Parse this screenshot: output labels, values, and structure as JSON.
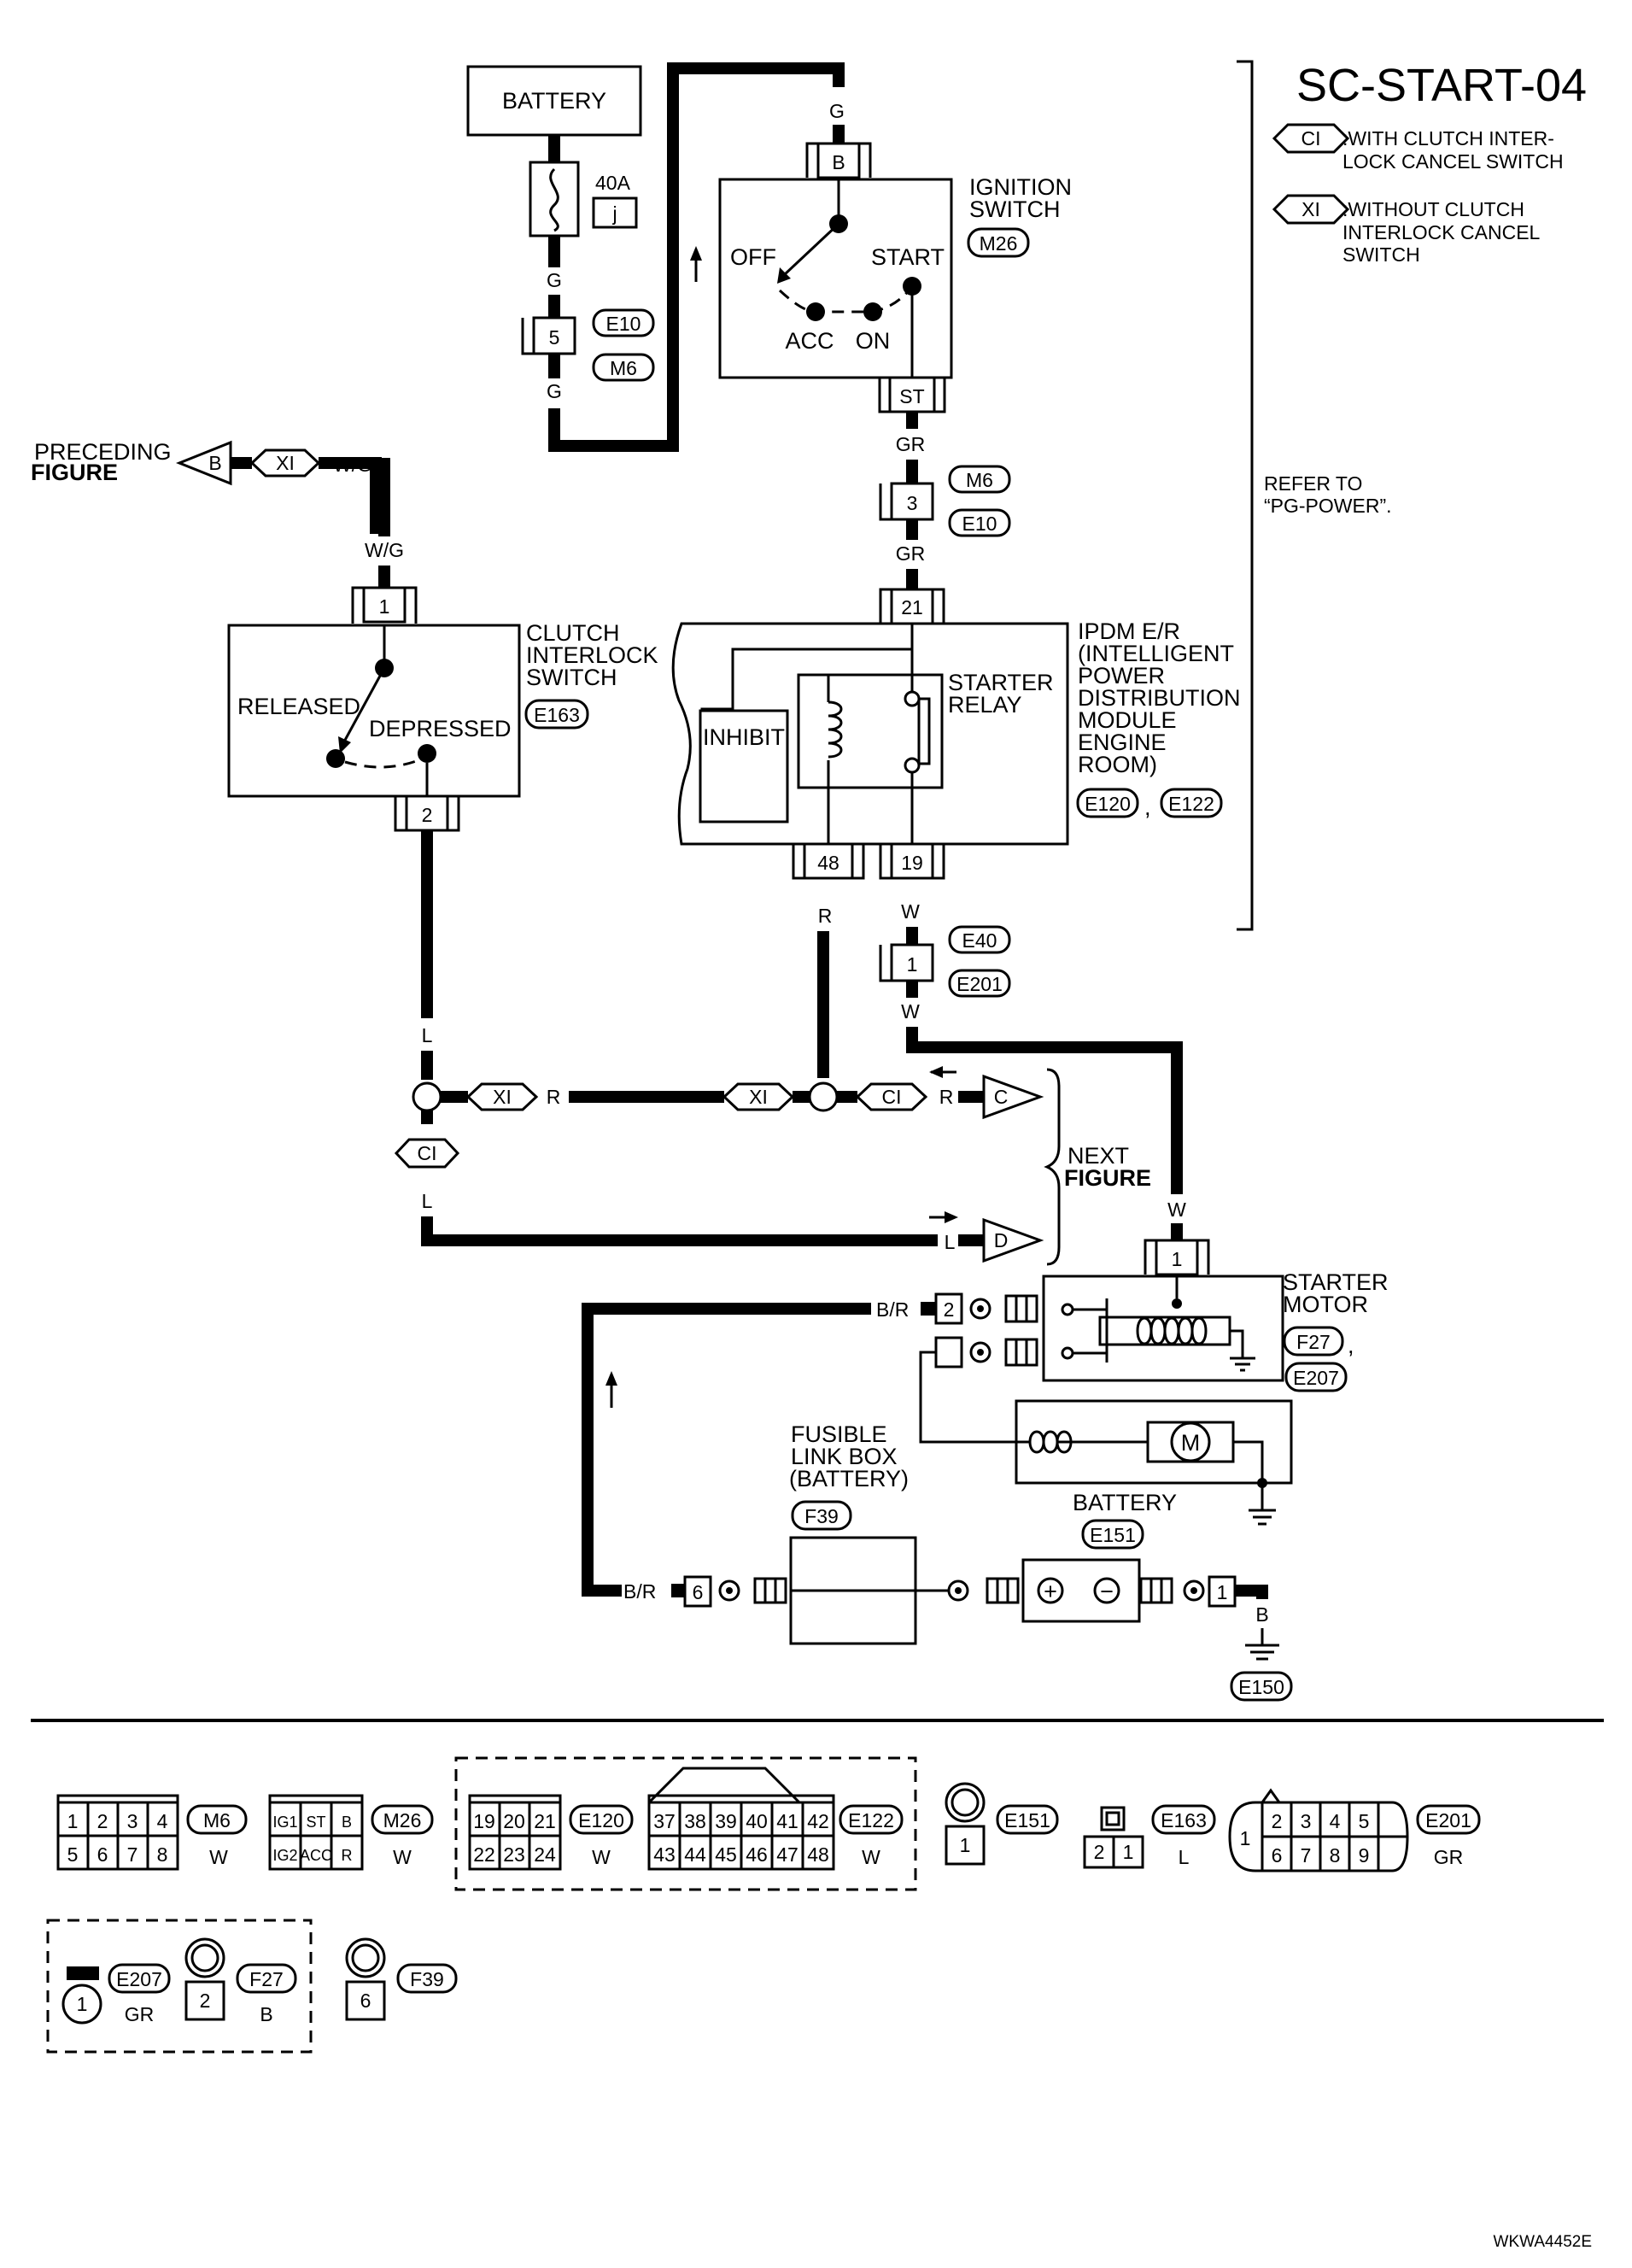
{
  "title": "SC-START-04",
  "legend": {
    "ci_tag": "CI",
    "ci_line1": ":WITH CLUTCH INTER-",
    "ci_line2": "LOCK CANCEL SWITCH",
    "xi_tag": "XI",
    "xi_line1": ":WITHOUT CLUTCH",
    "xi_line2": "INTERLOCK CANCEL",
    "xi_line3": "SWITCH"
  },
  "refer": {
    "line1": "REFER TO",
    "line2": "“PG-POWER”."
  },
  "battery_top": {
    "label": "BATTERY",
    "fuse_amps": "40A",
    "fuse_id": "j"
  },
  "ignition": {
    "line1": "IGNITION",
    "line2": "SWITCH",
    "conn": "M26",
    "pos_off": "OFF",
    "pos_acc": "ACC",
    "pos_on": "ON",
    "pos_start": "START",
    "term_b": "B",
    "term_st": "ST"
  },
  "preceding": {
    "line1": "PRECEDING",
    "line2": "FIGURE",
    "tag": "B"
  },
  "clutch": {
    "line1": "CLUTCH",
    "line2": "INTERLOCK",
    "line3": "SWITCH",
    "conn": "E163",
    "released": "RELEASED",
    "depressed": "DEPRESSED",
    "pin1": "1",
    "pin2": "2"
  },
  "ipdm": {
    "line1": "IPDM E/R",
    "line2": "(INTELLIGENT",
    "line3": "POWER",
    "line4": "DISTRIBUTION",
    "line5": "MODULE",
    "line6": "ENGINE",
    "line7": "ROOM)",
    "conn_a": "E120",
    "conn_b": "E122",
    "comma": ",",
    "inhibit": "INHIBIT",
    "relay1": "STARTER",
    "relay2": "RELAY",
    "pin21": "21",
    "pin48": "48",
    "pin19": "19"
  },
  "next_figure": {
    "line1": "NEXT",
    "line2": "FIGURE",
    "tag_c": "C",
    "tag_d": "D"
  },
  "starter": {
    "line1": "STARTER",
    "line2": "MOTOR",
    "conn_a": "F27",
    "conn_b": "E207",
    "comma": ",",
    "motor": "M",
    "pin1": "1",
    "pin2": "2"
  },
  "fusible": {
    "line1": "FUSIBLE",
    "line2": "LINK BOX",
    "line3": "(BATTERY)",
    "conn": "F39",
    "pin6": "6"
  },
  "battery_bottom": {
    "label": "BATTERY",
    "conn": "E151",
    "plus": "+",
    "minus": "−",
    "pin1": "1"
  },
  "ground_conn": "E150",
  "wires": {
    "g": "G",
    "gr": "GR",
    "wg": "W/G",
    "l": "L",
    "r": "R",
    "w": "W",
    "br": "B/R",
    "b": "B"
  },
  "inline_connectors": {
    "e10": "E10",
    "m6": "M6",
    "e40": "E40",
    "e201": "E201",
    "pin5": "5",
    "pin3": "3",
    "pin1": "1"
  },
  "tags": {
    "xi": "XI",
    "ci": "CI"
  },
  "bottom": {
    "m6": {
      "id": "M6",
      "color": "W",
      "pins": [
        "1",
        "2",
        "3",
        "4",
        "5",
        "6",
        "7",
        "8"
      ]
    },
    "m26": {
      "id": "M26",
      "color": "W",
      "pins": [
        "IG1",
        "ST",
        "B",
        "IG2",
        "ACC",
        "R"
      ]
    },
    "e120": {
      "id": "E120",
      "color": "W",
      "pins": [
        "19",
        "20",
        "21",
        "22",
        "23",
        "24"
      ]
    },
    "e122": {
      "id": "E122",
      "color": "W",
      "pins": [
        "37",
        "38",
        "39",
        "40",
        "41",
        "42",
        "43",
        "44",
        "45",
        "46",
        "47",
        "48"
      ]
    },
    "e151": {
      "id": "E151",
      "pin": "1"
    },
    "e163": {
      "id": "E163",
      "color": "L",
      "pins": [
        "2",
        "1"
      ]
    },
    "e201": {
      "id": "E201",
      "color": "GR",
      "pins": [
        "1",
        "2",
        "3",
        "4",
        "5",
        "6",
        "7",
        "8",
        "9"
      ]
    },
    "e207": {
      "id": "E207",
      "color": "GR",
      "pin": "1"
    },
    "f27": {
      "id": "F27",
      "color": "B",
      "pin": "2"
    },
    "f39": {
      "id": "F39",
      "pin": "6"
    }
  },
  "doc_code": "WKWA4452E"
}
